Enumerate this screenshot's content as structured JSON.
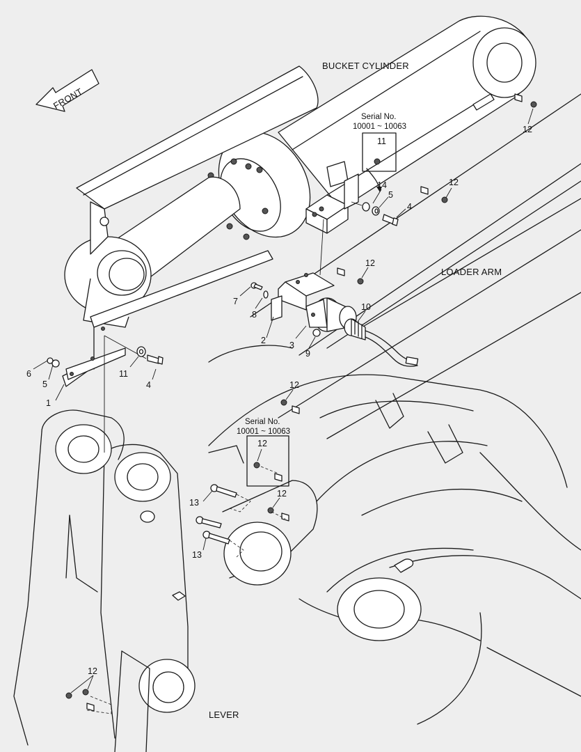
{
  "labels": {
    "bucket_cylinder": "BUCKET CYLINDER",
    "loader_arm": "LOADER ARM",
    "lever": "LEVER",
    "front": "FRONT"
  },
  "serial_note_top": {
    "title": "Serial No.",
    "range": "10001 ~ 10063",
    "part": "11"
  },
  "serial_note_bottom": {
    "title": "Serial No.",
    "range": "10001 ~ 10063",
    "part": "12"
  },
  "callouts": {
    "p1": "1",
    "p2": "2",
    "p3": "3",
    "p4_right": "4",
    "p4_left": "4",
    "p5_right": "5",
    "p5_left": "5",
    "p6": "6",
    "p7": "7",
    "p8": "8",
    "p9": "9",
    "p10": "10",
    "p11_left": "11",
    "p12_a": "12",
    "p12_b": "12",
    "p12_c": "12",
    "p12_d": "12",
    "p12_e": "12",
    "p12_f": "12",
    "p13_a": "13",
    "p13_b": "13",
    "p14": "14"
  },
  "colors": {
    "background": "#eeeeee",
    "line": "#1a1a1a",
    "part_fill": "#ffffff"
  }
}
